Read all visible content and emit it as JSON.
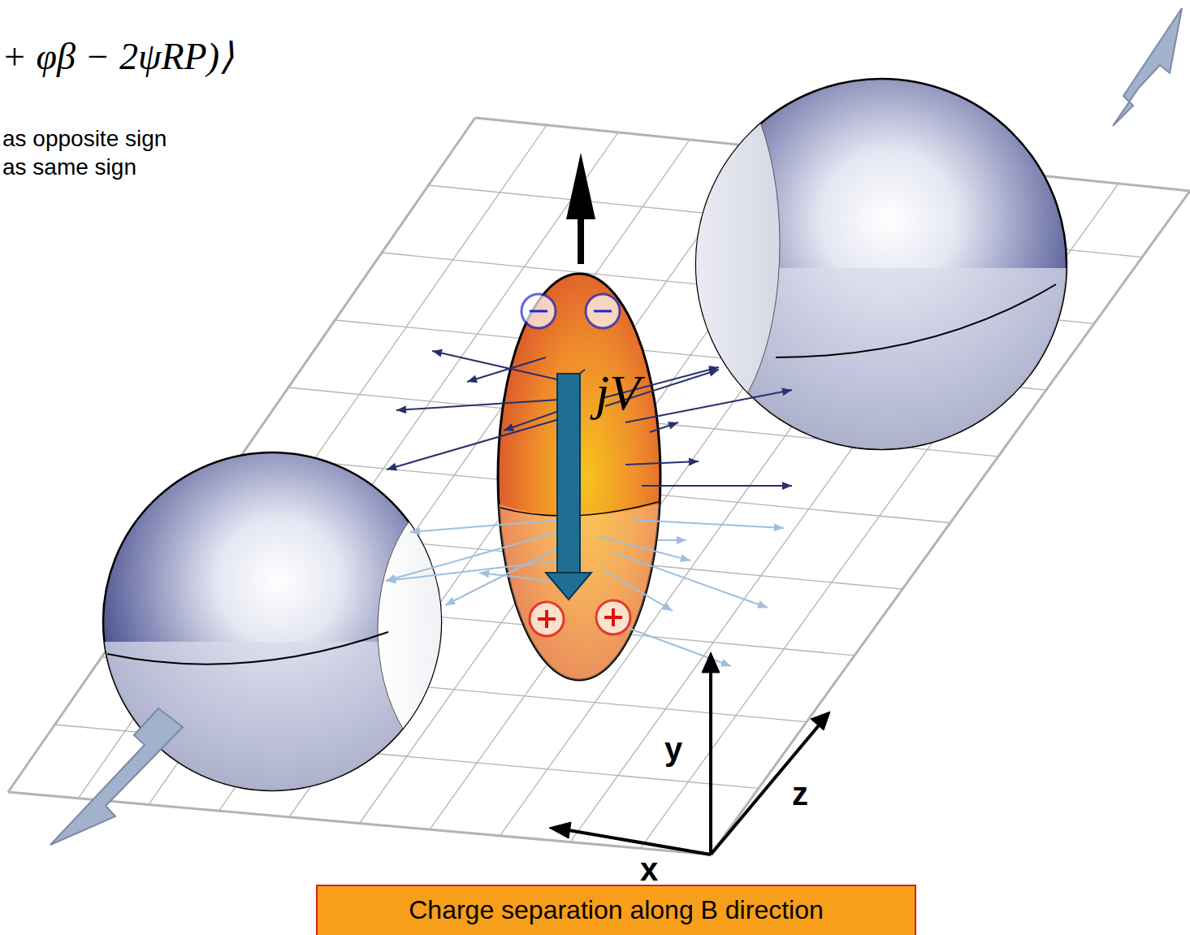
{
  "diagram": {
    "nodes": [
      {
        "text": [
          "Charge separation along B direction"
        ]
      }
    ],
    "labels": [
      "+ φβ − 2ψRP)⟩",
      "as opposite sign",
      "as same sign",
      "jV",
      "y",
      "z",
      "x"
    ]
  }
}
